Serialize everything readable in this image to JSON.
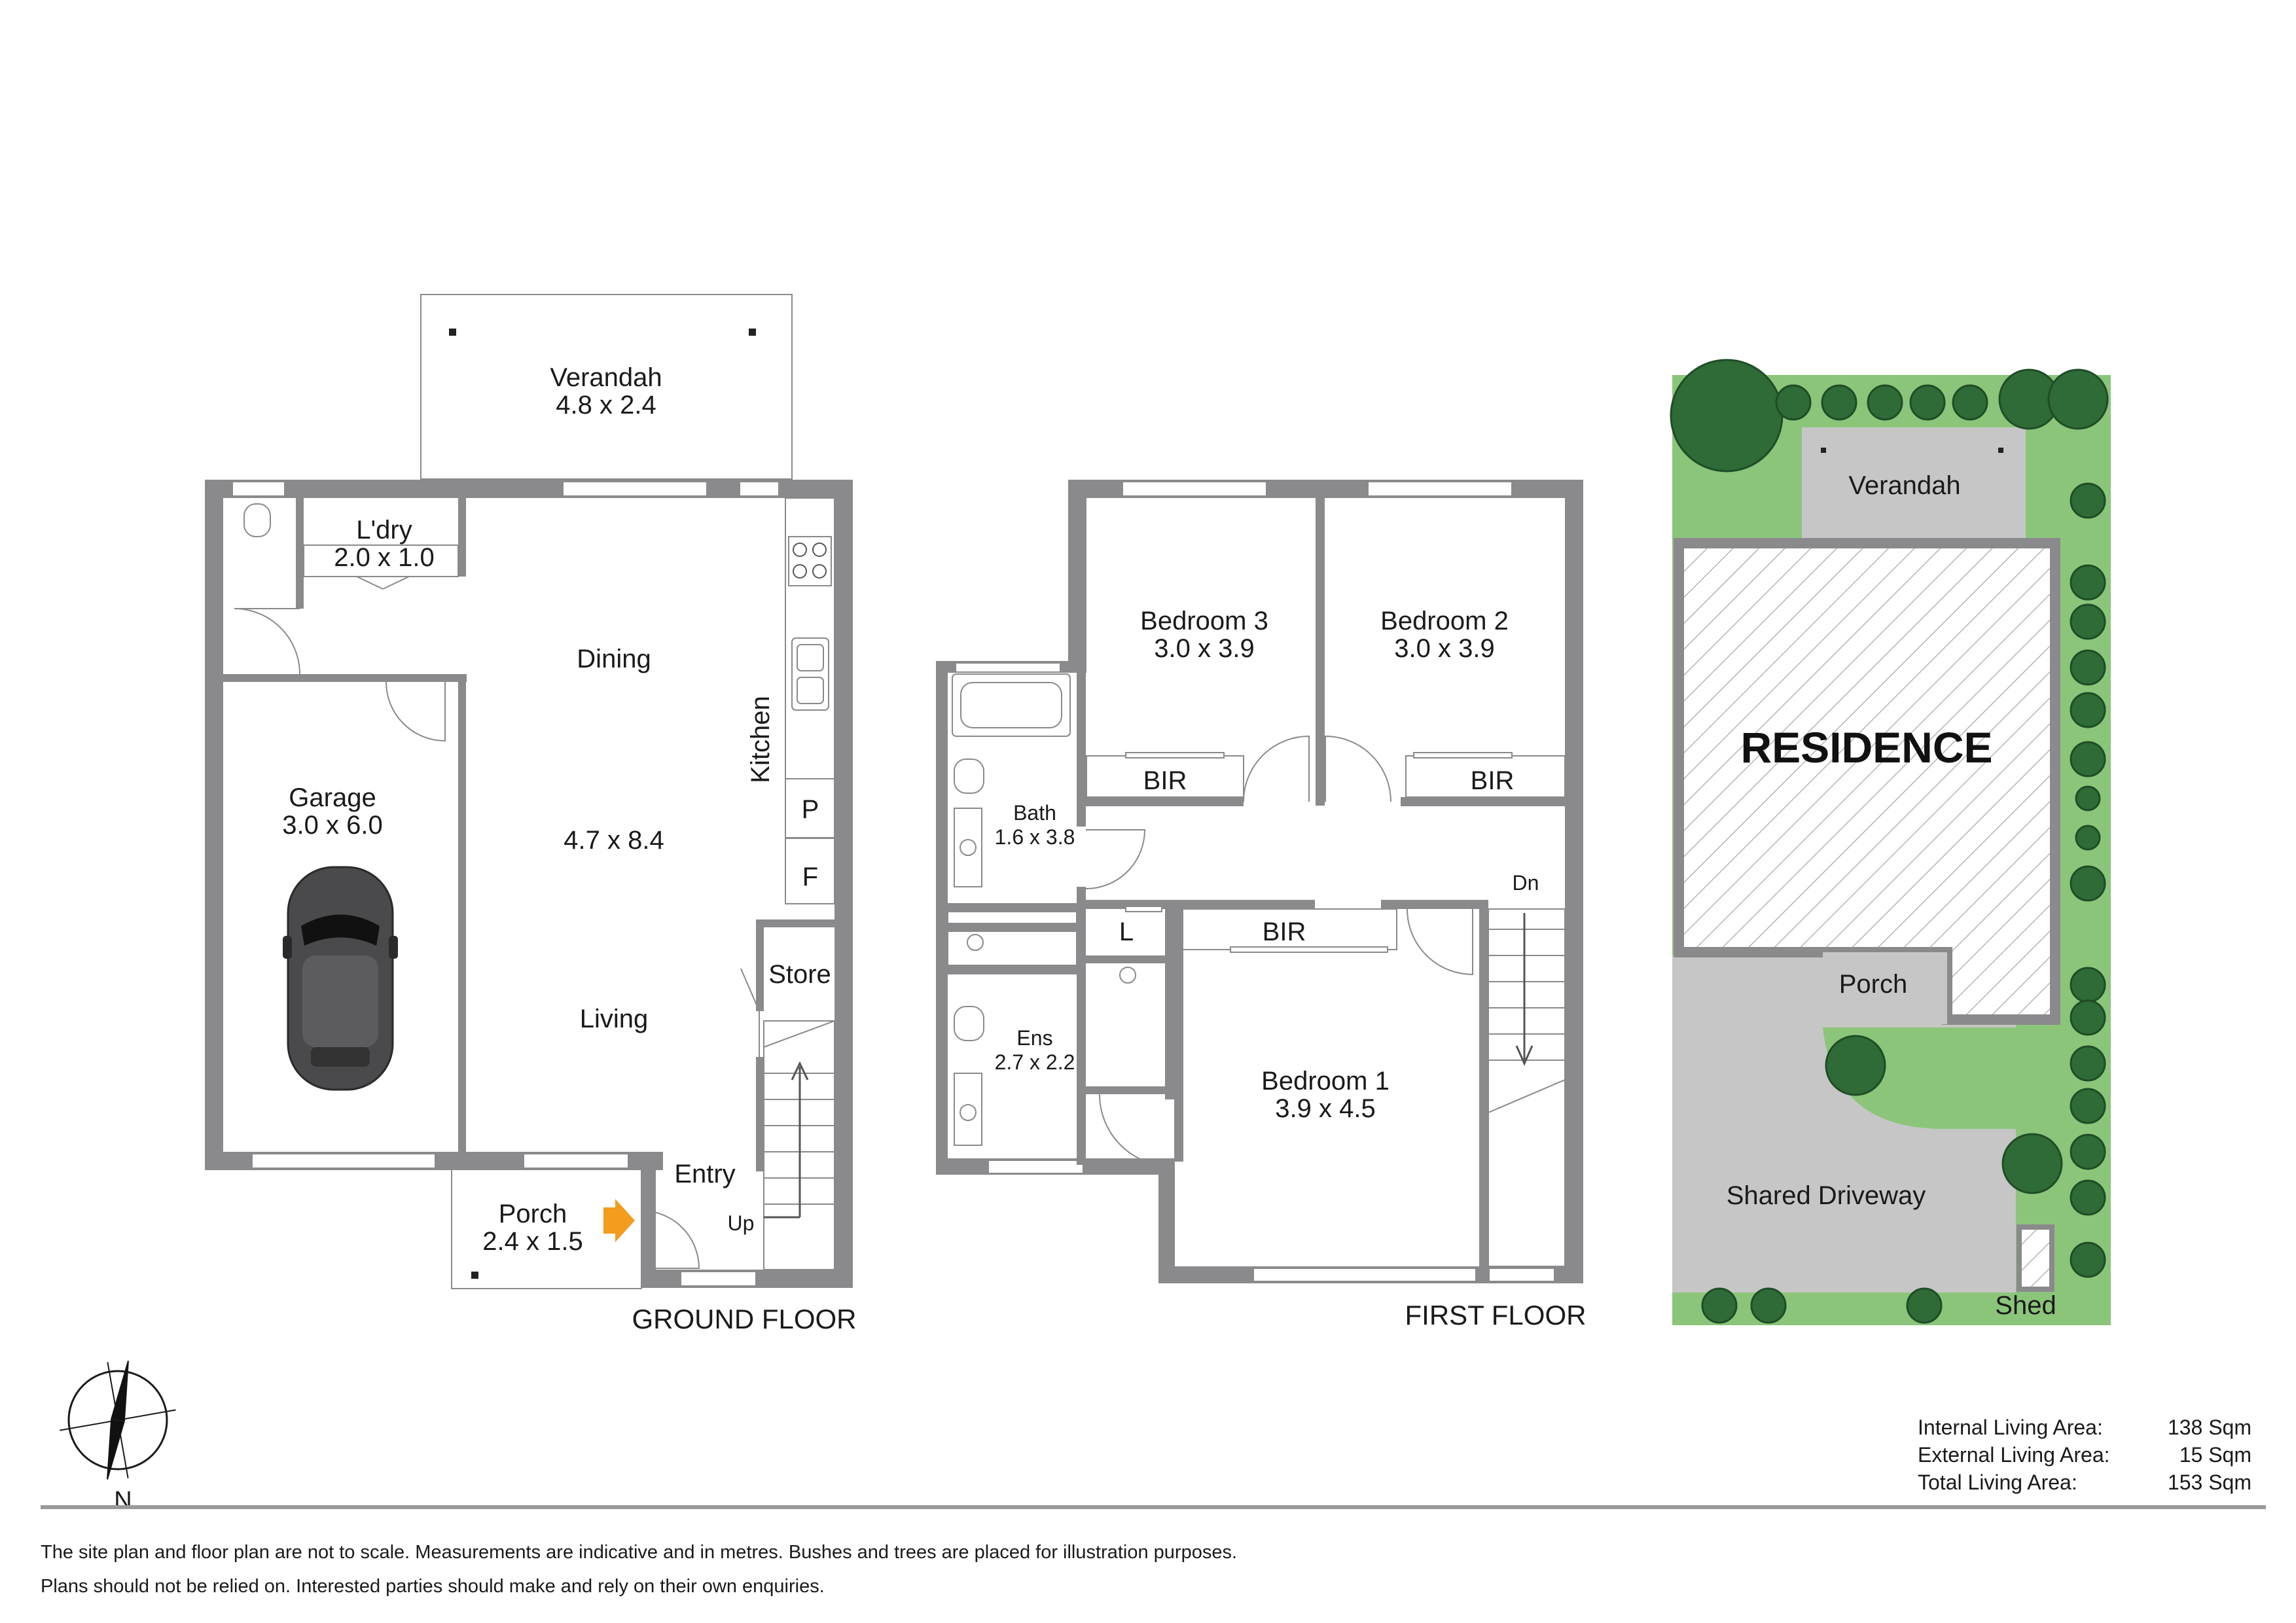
{
  "ground_floor": {
    "title": "GROUND FLOOR",
    "verandah": {
      "name": "Verandah",
      "dims": "4.8 x 2.4"
    },
    "laundry": {
      "name": "L'dry",
      "dims": "2.0 x 1.0"
    },
    "dining": {
      "name": "Dining"
    },
    "kitchen": {
      "name": "Kitchen"
    },
    "pantry": "P",
    "fridge": "F",
    "living_dims": "4.7 x 8.4",
    "living": {
      "name": "Living"
    },
    "garage": {
      "name": "Garage",
      "dims": "3.0 x 6.0"
    },
    "store": {
      "name": "Store"
    },
    "entry": {
      "name": "Entry"
    },
    "porch": {
      "name": "Porch",
      "dims": "2.4 x 1.5"
    },
    "stairs_up": "Up"
  },
  "first_floor": {
    "title": "FIRST FLOOR",
    "bedroom3": {
      "name": "Bedroom 3",
      "dims": "3.0 x 3.9"
    },
    "bedroom2": {
      "name": "Bedroom 2",
      "dims": "3.0 x 3.9"
    },
    "bir_b3": "BIR",
    "bir_b2": "BIR",
    "bath": {
      "name": "Bath",
      "dims": "1.6 x 3.8"
    },
    "linen": "L",
    "bir_b1": "BIR",
    "stairs_down": "Dn",
    "ensuite": {
      "name": "Ens",
      "dims": "2.7 x 2.2"
    },
    "bedroom1": {
      "name": "Bedroom 1",
      "dims": "3.9 x 4.5"
    }
  },
  "site_plan": {
    "verandah": "Verandah",
    "residence": "RESIDENCE",
    "porch": "Porch",
    "driveway": "Shared Driveway",
    "shed": "Shed"
  },
  "compass": {
    "label": "N"
  },
  "areas": [
    {
      "label": "Internal Living Area:",
      "value": "138 Sqm"
    },
    {
      "label": "External Living Area:",
      "value": "15 Sqm"
    },
    {
      "label": "Total Living Area:",
      "value": "153 Sqm"
    }
  ],
  "disclaimer": [
    "The site plan and floor plan are not to scale. Measurements are indicative and in metres. Bushes and trees are placed for illustration purposes.",
    "Plans should not be relied on. Interested parties should make and rely on their own enquiries."
  ],
  "colors": {
    "wall": "#8a8a8c",
    "lawn": "#8bc57a",
    "paving": "#c6c6c6",
    "tree": "#2e6b36",
    "arrow": "#f39c1e"
  }
}
